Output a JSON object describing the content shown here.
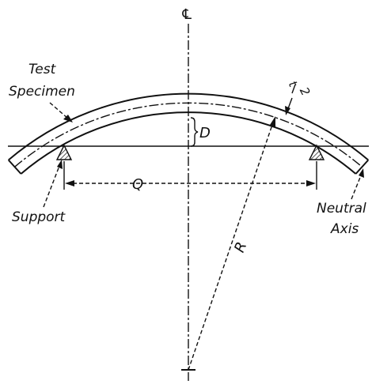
{
  "labels": {
    "centerline": "℄",
    "specimen_line1": "Test",
    "specimen_line2": "Specimen",
    "support": "Support",
    "neutral_line1": "Neutral",
    "neutral_line2": "Axis",
    "depth": "D",
    "span": "Q",
    "radius": "R",
    "thickness_num": "t",
    "thickness_den": "2"
  }
}
